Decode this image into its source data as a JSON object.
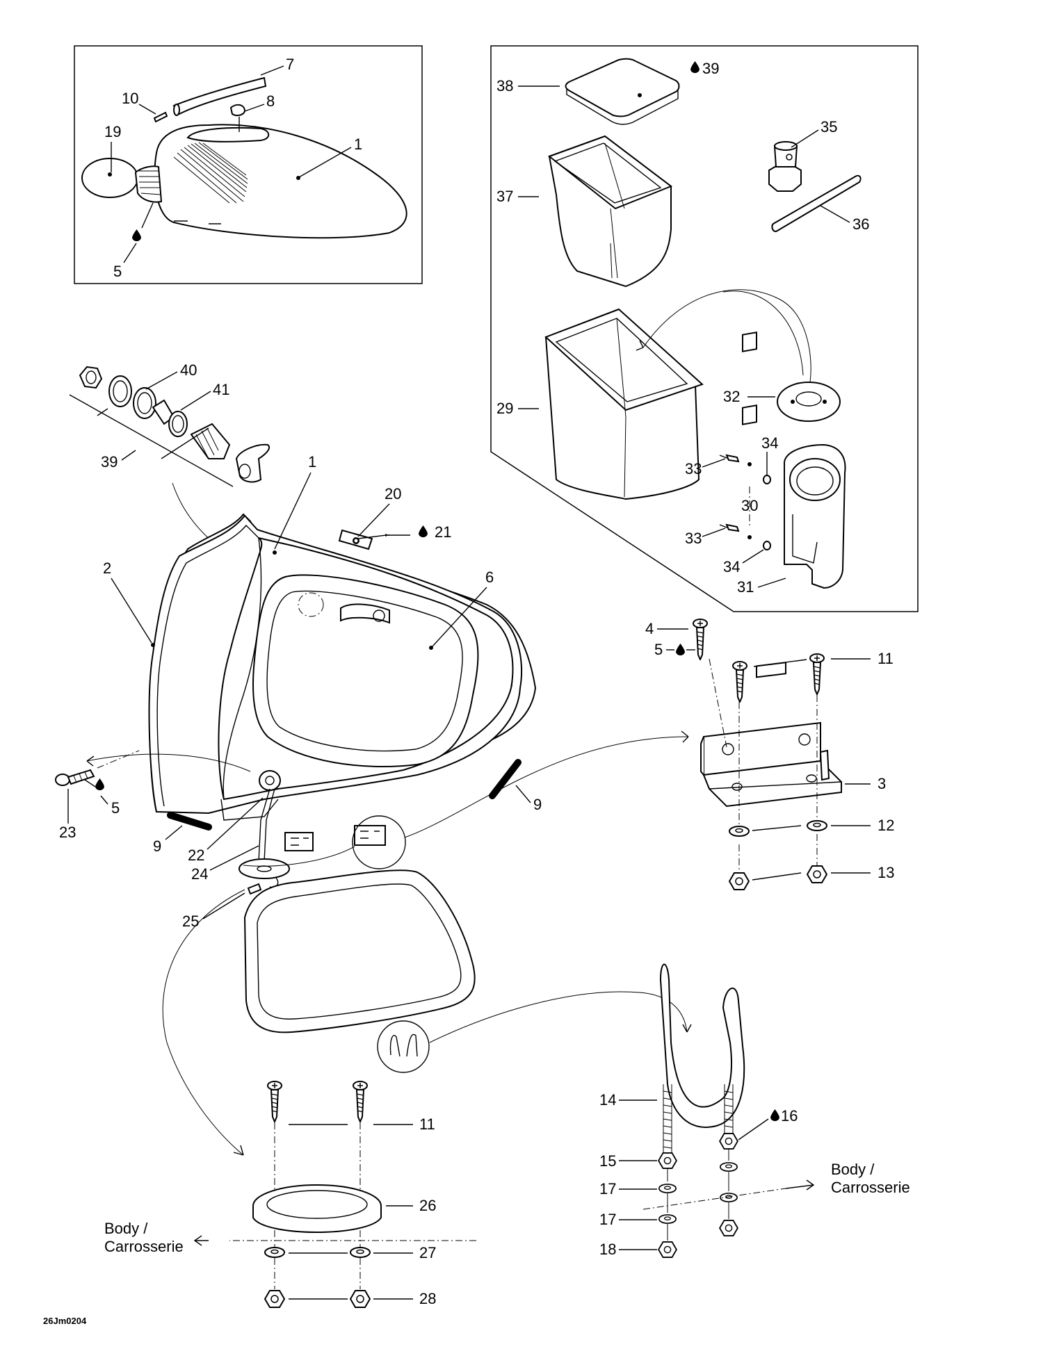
{
  "drawing_code": "26Jm0204",
  "body_label": [
    "Body /",
    "Carrosserie"
  ],
  "lubricant_icon": "oil-drop-icon",
  "callouts": {
    "c1a": "1",
    "c5a": "5",
    "c7": "7",
    "c8": "8",
    "c10": "10",
    "c19": "19",
    "c38": "38",
    "c39a": "39",
    "c35": "35",
    "c36": "36",
    "c37": "37",
    "c29": "29",
    "c32": "32",
    "c33a": "33",
    "c33b": "33",
    "c34a": "34",
    "c34b": "34",
    "c30": "30",
    "c31": "31",
    "c40": "40",
    "c41": "41",
    "c39b": "39",
    "c1b": "1",
    "c20": "20",
    "c21": "21",
    "c6": "6",
    "c2": "2",
    "c4": "4",
    "c5b": "5",
    "c11a": "11",
    "c3": "3",
    "c12": "12",
    "c13": "13",
    "c23": "23",
    "c5c": "5",
    "c9a": "9",
    "c9b": "9",
    "c22": "22",
    "c24": "24",
    "c25": "25",
    "c14": "14",
    "c16": "16",
    "c15": "15",
    "c17a": "17",
    "c17b": "17",
    "c18": "18",
    "c11b": "11",
    "c26": "26",
    "c27": "27",
    "c28": "28"
  }
}
